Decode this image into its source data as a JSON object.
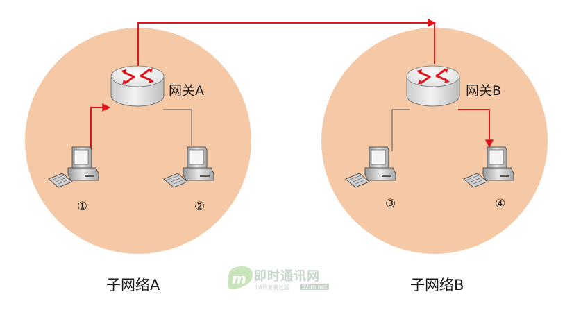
{
  "gateways": [
    {
      "id": "A",
      "label": "网关A"
    },
    {
      "id": "B",
      "label": "网关B"
    }
  ],
  "subnets": [
    {
      "id": "A",
      "label": "子网络A"
    },
    {
      "id": "B",
      "label": "子网络B"
    }
  ],
  "hosts": [
    {
      "id": 1,
      "label": "①",
      "subnet": "A",
      "on_path": true
    },
    {
      "id": 2,
      "label": "②",
      "subnet": "A",
      "on_path": false
    },
    {
      "id": 3,
      "label": "③",
      "subnet": "B",
      "on_path": false
    },
    {
      "id": 4,
      "label": "④",
      "subnet": "B",
      "on_path": true
    }
  ],
  "path": [
    "①",
    "网关A",
    "网关B",
    "④"
  ],
  "watermark": {
    "logo_letter": "m",
    "title": "即时通讯网",
    "subtitle": "IM开发者社区",
    "url": "52im.net"
  },
  "colors": {
    "subnet_fill": "#f6c9a6",
    "path_red": "#e0141b",
    "link_gray": "#555555",
    "router_body": "#e6e6e6",
    "watermark": "#a9c4ae"
  }
}
